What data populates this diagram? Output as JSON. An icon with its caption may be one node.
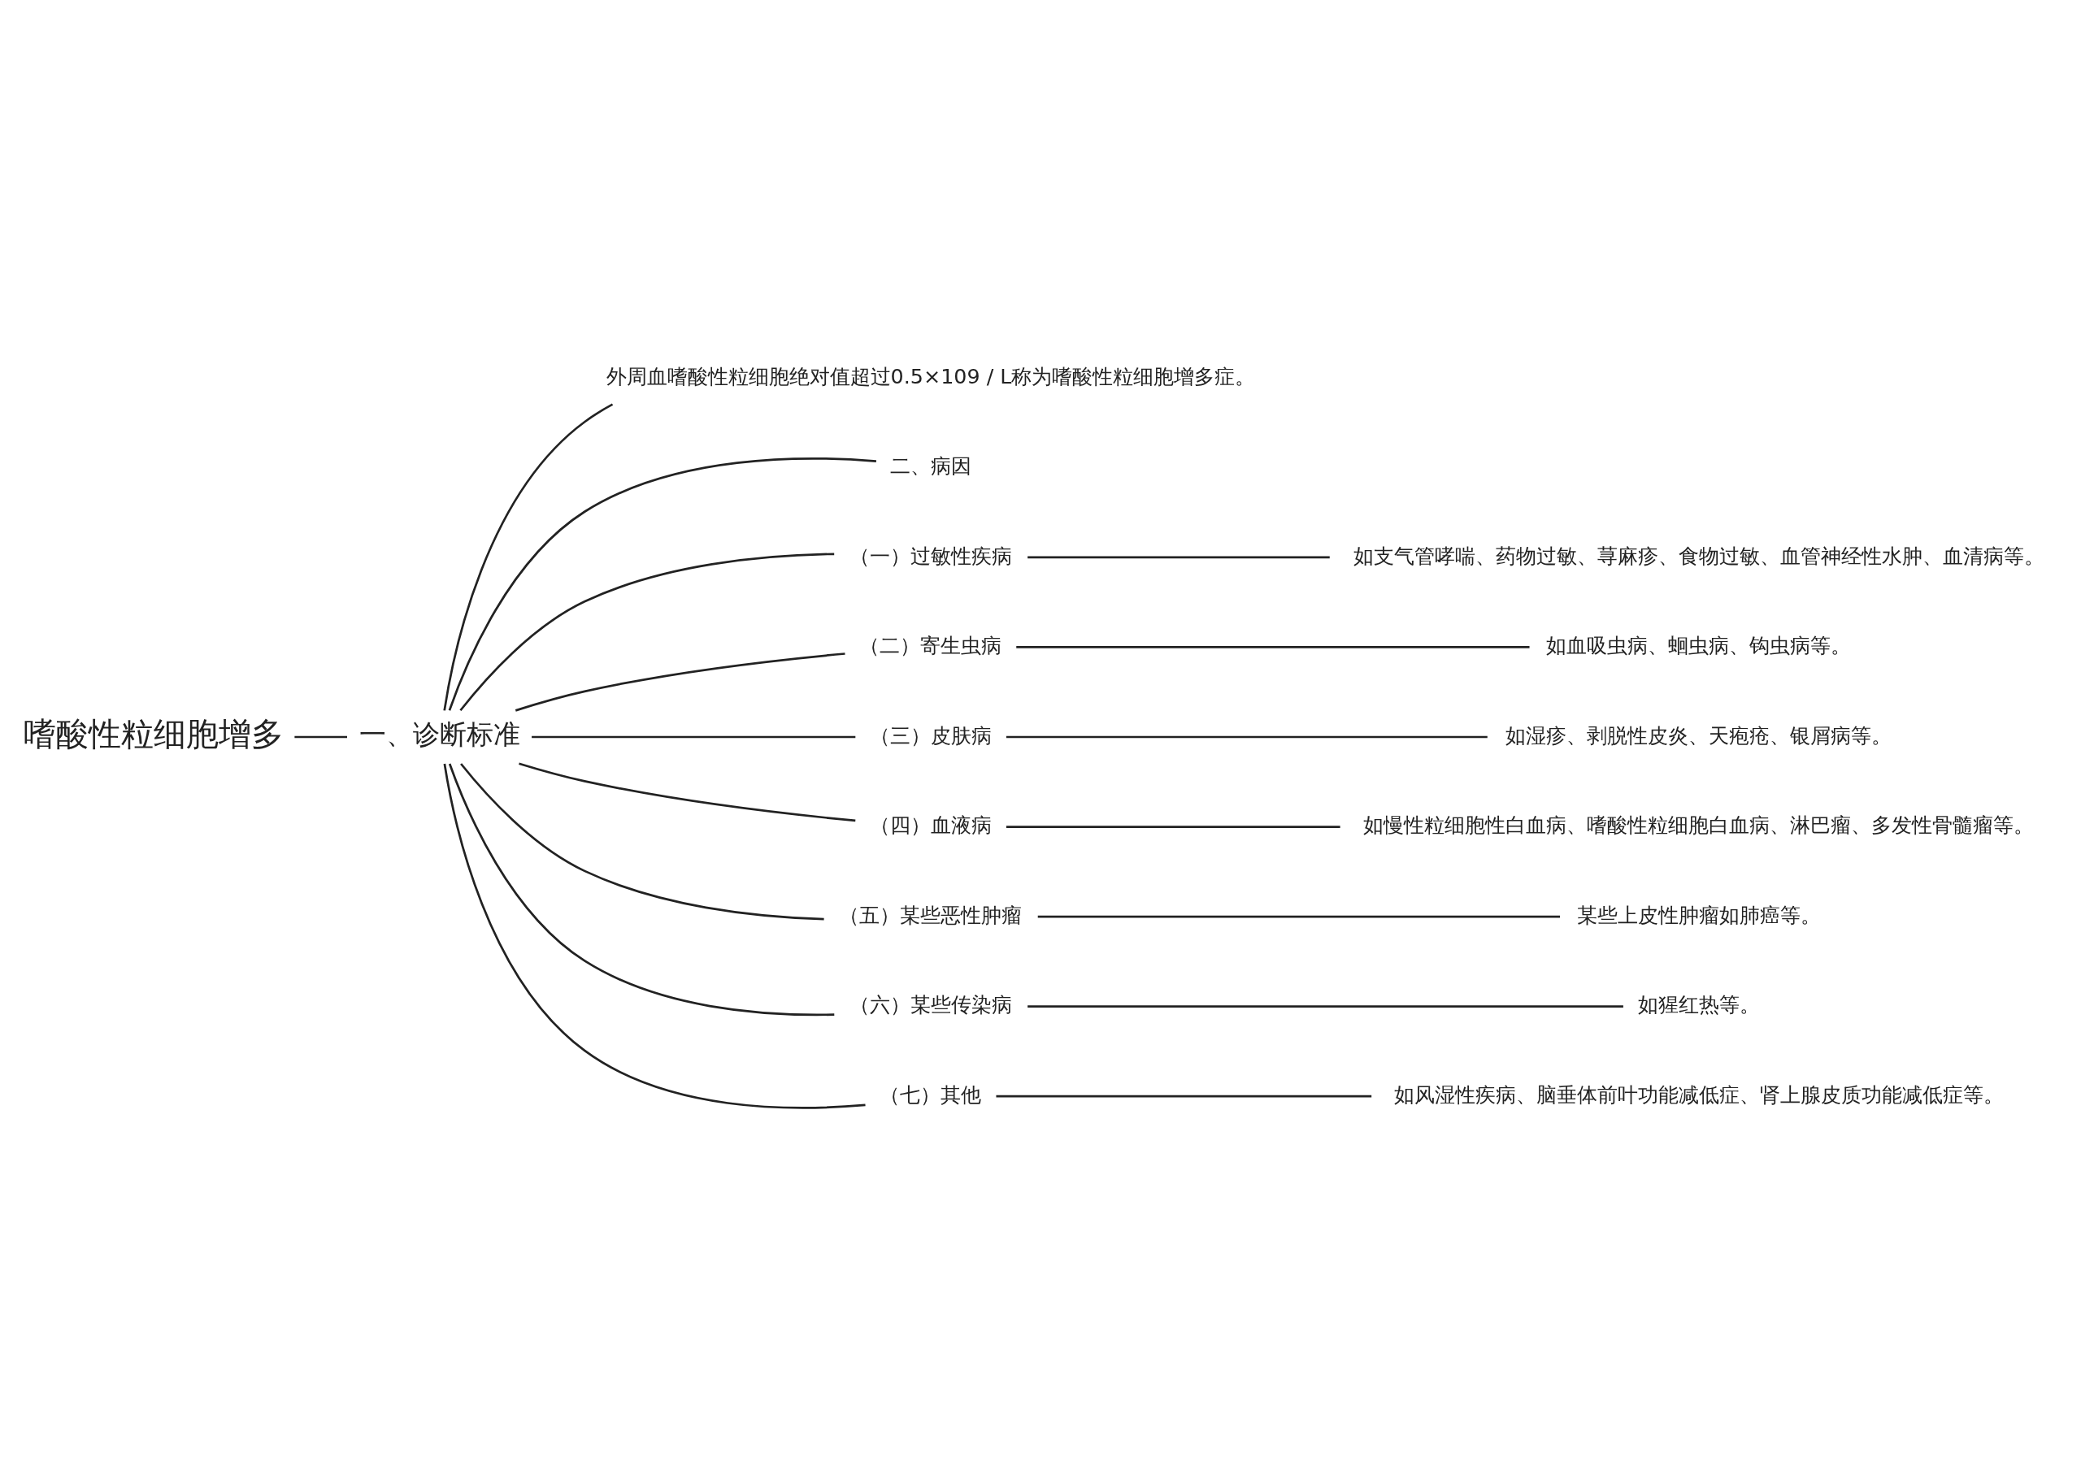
{
  "diagram": {
    "nodes": [
      {
        "text": [
          "嗜酸性粒细胞增多"
        ]
      },
      {
        "text": [
          "一、诊断标准"
        ]
      },
      {
        "text": [
          "外周血嗜酸性粒细胞绝对值超过0.5×109 / L称为嗜酸性粒细胞增多症。"
        ]
      },
      {
        "text": [
          "二、病因"
        ]
      },
      {
        "text": [
          "（一）过敏性疾病"
        ]
      },
      {
        "text": [
          "如支气管哮喘、药物过敏、荨麻疹、食物过敏、血管神经性水肿、血清病等。"
        ]
      },
      {
        "text": [
          "（二）寄生虫病"
        ]
      },
      {
        "text": [
          "如血吸虫病、蛔虫病、钩虫病等。"
        ]
      },
      {
        "text": [
          "（三）皮肤病"
        ]
      },
      {
        "text": [
          "如湿疹、剥脱性皮炎、天疱疮、银屑病等。"
        ]
      },
      {
        "text": [
          "（四）血液病"
        ]
      },
      {
        "text": [
          "如慢性粒细胞性白血病、嗜酸性粒细胞白血病、淋巴瘤、多发性骨髓瘤等。"
        ]
      },
      {
        "text": [
          "（五）某些恶性肿瘤"
        ]
      },
      {
        "text": [
          "某些上皮性肿瘤如肺癌等。"
        ]
      },
      {
        "text": [
          "（六）某些传染病"
        ]
      },
      {
        "text": [
          "如猩红热等。"
        ]
      },
      {
        "text": [
          "（七）其他"
        ]
      },
      {
        "text": [
          "如风湿性疾病、脑垂体前叶功能减低症、肾上腺皮质功能减低症等。"
        ]
      }
    ],
    "edges": [
      {
        "from": 0,
        "to": 1,
        "arrow": "none"
      },
      {
        "from": 1,
        "to": 2,
        "arrow": "none"
      },
      {
        "from": 1,
        "to": 3,
        "arrow": "none"
      },
      {
        "from": 1,
        "to": 4,
        "arrow": "none"
      },
      {
        "from": 4,
        "to": 5,
        "arrow": "none"
      },
      {
        "from": 1,
        "to": 6,
        "arrow": "none"
      },
      {
        "from": 6,
        "to": 7,
        "arrow": "none"
      },
      {
        "from": 1,
        "to": 8,
        "arrow": "none"
      },
      {
        "from": 8,
        "to": 9,
        "arrow": "none"
      },
      {
        "from": 1,
        "to": 10,
        "arrow": "none"
      },
      {
        "from": 10,
        "to": 11,
        "arrow": "none"
      },
      {
        "from": 1,
        "to": 12,
        "arrow": "none"
      },
      {
        "from": 12,
        "to": 13,
        "arrow": "none"
      },
      {
        "from": 1,
        "to": 14,
        "arrow": "none"
      },
      {
        "from": 14,
        "to": 15,
        "arrow": "none"
      },
      {
        "from": 1,
        "to": 16,
        "arrow": "none"
      },
      {
        "from": 16,
        "to": 17,
        "arrow": "none"
      }
    ]
  }
}
